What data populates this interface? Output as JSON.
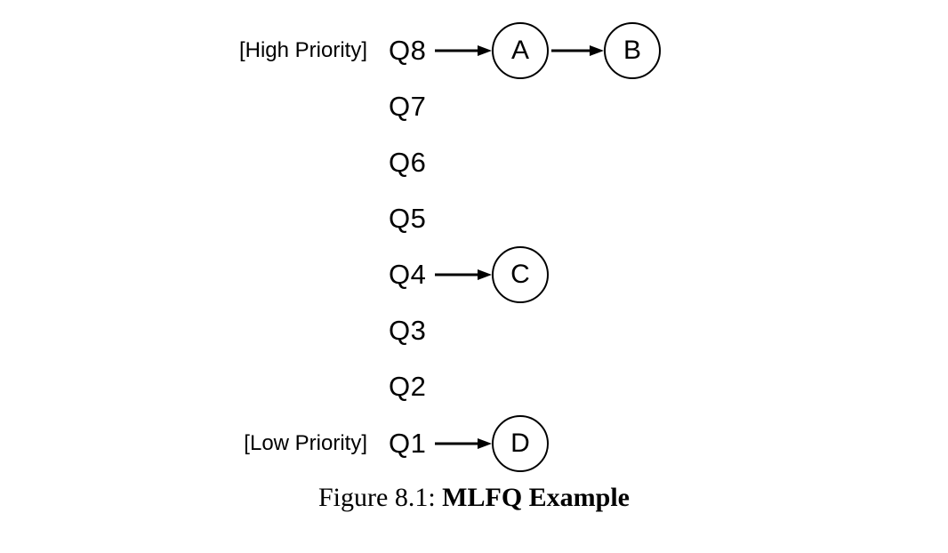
{
  "figure": {
    "rows": [
      {
        "queue": "Q8",
        "side_label": "[High Priority]",
        "processes": [
          "A",
          "B"
        ]
      },
      {
        "queue": "Q7",
        "side_label": "",
        "processes": []
      },
      {
        "queue": "Q6",
        "side_label": "",
        "processes": []
      },
      {
        "queue": "Q5",
        "side_label": "",
        "processes": []
      },
      {
        "queue": "Q4",
        "side_label": "",
        "processes": [
          "C"
        ]
      },
      {
        "queue": "Q3",
        "side_label": "",
        "processes": []
      },
      {
        "queue": "Q2",
        "side_label": "",
        "processes": []
      },
      {
        "queue": "Q1",
        "side_label": "[Low Priority]",
        "processes": [
          "D"
        ]
      }
    ],
    "caption": {
      "figure_number": "Figure 8.1:",
      "title": "MLFQ Example"
    },
    "colors": {
      "ink": "#000000",
      "background": "#ffffff"
    }
  }
}
